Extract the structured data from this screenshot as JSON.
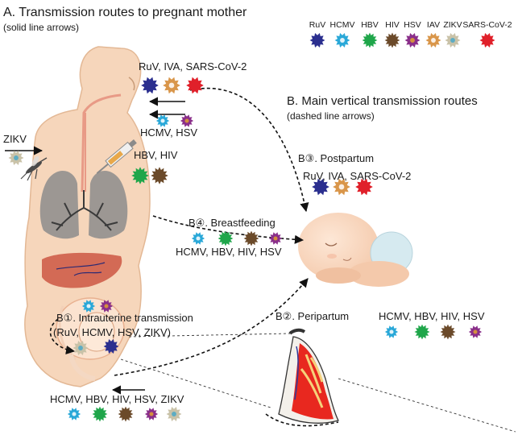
{
  "section_a": {
    "title": "A. Transmission routes to pregnant mother",
    "subtitle": "(solid line arrows)"
  },
  "section_b": {
    "title": "B. Main vertical transmission routes",
    "subtitle": "(dashed line arrows)"
  },
  "legend": [
    {
      "name": "RuV",
      "icon": "ruv-virus-icon",
      "color": "#2b2f8f"
    },
    {
      "name": "HCMV",
      "icon": "hcmv-virus-icon",
      "color": "#2aa8d8"
    },
    {
      "name": "HBV",
      "icon": "hbv-virus-icon",
      "color": "#1fa64a"
    },
    {
      "name": "HIV",
      "icon": "hiv-virus-icon",
      "color": "#6b4a2a"
    },
    {
      "name": "HSV",
      "icon": "hsv-virus-icon",
      "color": "#8a2f8a"
    },
    {
      "name": "IAV",
      "icon": "iav-virus-icon",
      "color": "#d9964a"
    },
    {
      "name": "ZIKV",
      "icon": "zikv-virus-icon",
      "color": "#c9c2a8"
    },
    {
      "name": "SARS-CoV-2",
      "icon": "sars-cov-2-virus-icon",
      "color": "#e0202a"
    }
  ],
  "routes_a": {
    "respiratory": "RuV, IVA, SARS-CoV-2",
    "mucosal": "HCMV, HSV",
    "blood": "HBV, HIV",
    "mosquito": "ZIKV",
    "genital": "HCMV, HBV, HIV, HSV, ZIKV"
  },
  "routes_b": {
    "intrauterine": "B①. Intrauterine transmission",
    "intrauterine_viruses": "(RuV, HCMV, HSV, ZIKV)",
    "peripartum": "B②. Peripartum",
    "peripartum_viruses": "HCMV, HBV, HIV, HSV",
    "postpartum": "B③. Postpartum",
    "postpartum_viruses": "RuV, IVA, SARS-CoV-2",
    "breastfeeding": "B④. Breastfeeding",
    "breastfeeding_viruses": "HCMV, HBV, HIV, HSV"
  }
}
